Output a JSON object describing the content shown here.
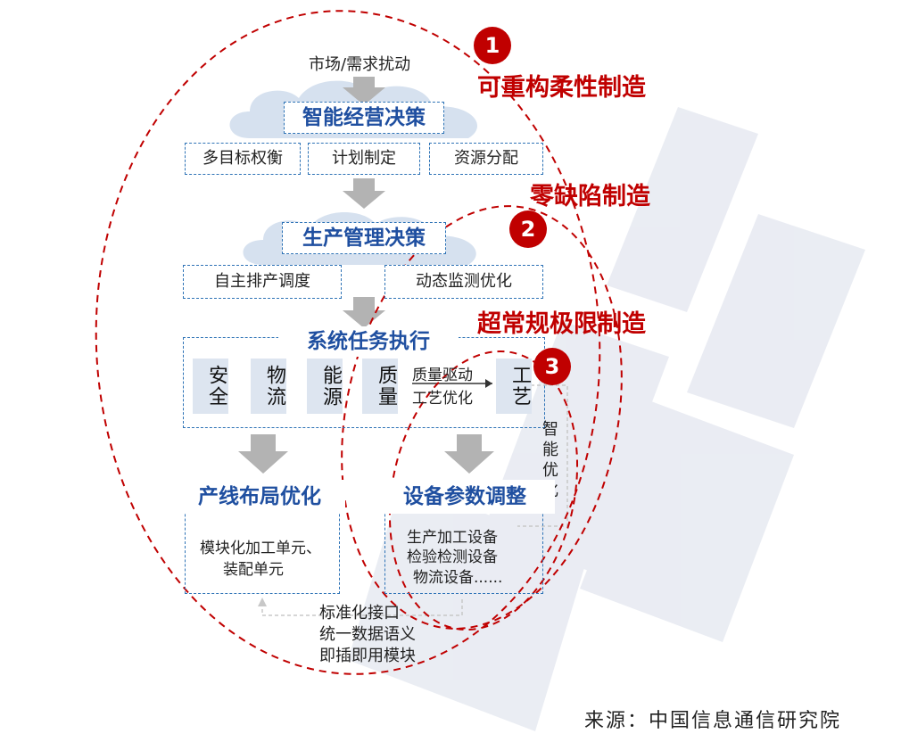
{
  "top_input": "市场/需求扰动",
  "decision_layers": [
    {
      "title": "智能经营决策",
      "items": [
        "多目标权衡",
        "计划制定",
        "资源分配"
      ]
    },
    {
      "title": "生产管理决策",
      "items": [
        "自主排产调度",
        "动态监测优化"
      ]
    }
  ],
  "execution": {
    "title": "系统任务执行",
    "cells": [
      "安全",
      "物流",
      "能源",
      "质量"
    ],
    "process_cell": "工艺",
    "drive_label": [
      "质量驱动",
      "工艺优化"
    ],
    "feedback_label": "智能优化"
  },
  "outputs": [
    {
      "title": "产线布局优化",
      "lines": [
        "模块化加工单元、",
        "装配单元"
      ]
    },
    {
      "title": "设备参数调整",
      "lines": [
        "生产加工设备",
        "检验检测设备",
        "物流设备......"
      ]
    }
  ],
  "interface_notes": [
    "标准化接口",
    "统一数据语义",
    "即插即用模块"
  ],
  "manufacturing_modes": [
    {
      "number": "1",
      "label": "可重构柔性制造"
    },
    {
      "number": "2",
      "label": "零缺陷制造"
    },
    {
      "number": "3",
      "label": "超常规极限制造"
    }
  ],
  "source": "来源：中国信息通信研究院",
  "colors": {
    "accent_red": "#c00000",
    "box_blue": "#2e73b6",
    "title_blue": "#1f4fa0",
    "arrow_gray": "#b3b3b3",
    "cloud": "#d6e1ef"
  }
}
